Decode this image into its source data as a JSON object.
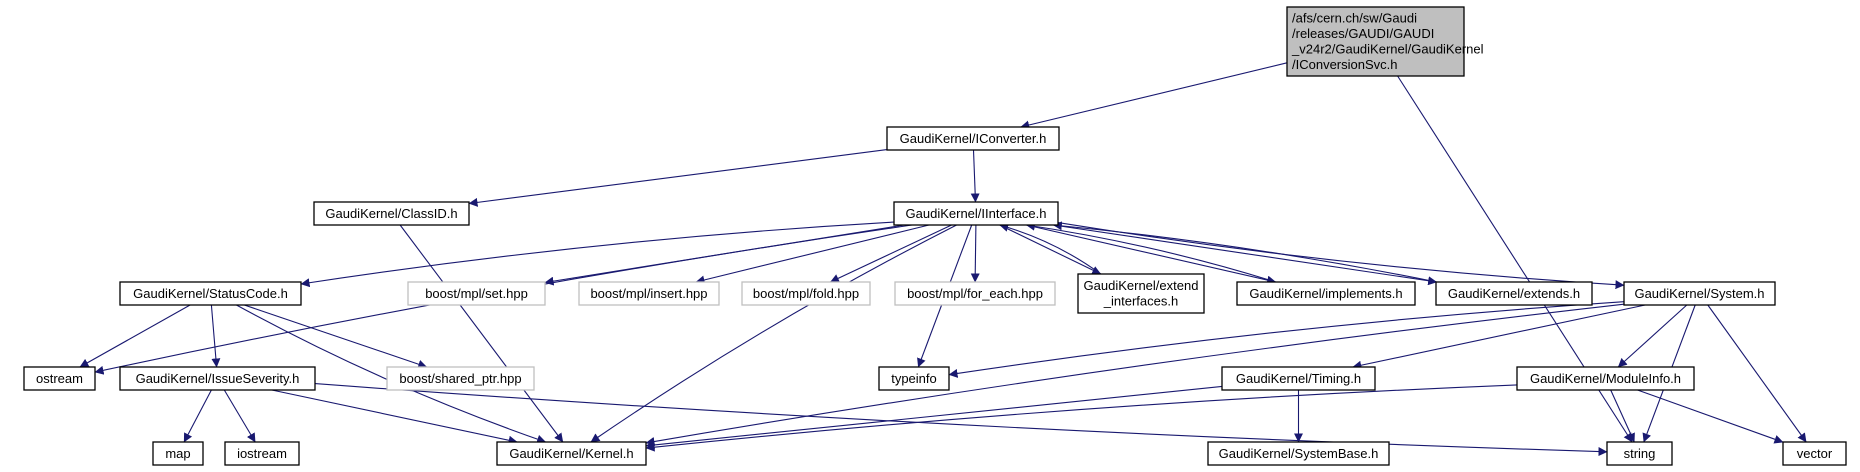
{
  "nodes": [
    {
      "id": "root",
      "lines": [
        "/afs/cern.ch/sw/Gaudi",
        "/releases/GAUDI/GAUDI",
        "_v24r2/GaudiKernel/GaudiKernel",
        "/IConversionSvc.h"
      ],
      "style": "root"
    },
    {
      "id": "iconverter",
      "lines": [
        "GaudiKernel/IConverter.h"
      ],
      "style": "normal"
    },
    {
      "id": "classid",
      "lines": [
        "GaudiKernel/ClassID.h"
      ],
      "style": "normal"
    },
    {
      "id": "iinterface",
      "lines": [
        "GaudiKernel/IInterface.h"
      ],
      "style": "normal"
    },
    {
      "id": "statuscode",
      "lines": [
        "GaudiKernel/StatusCode.h"
      ],
      "style": "normal"
    },
    {
      "id": "mplset",
      "lines": [
        "boost/mpl/set.hpp"
      ],
      "style": "ext"
    },
    {
      "id": "mplinsert",
      "lines": [
        "boost/mpl/insert.hpp"
      ],
      "style": "ext"
    },
    {
      "id": "mplfold",
      "lines": [
        "boost/mpl/fold.hpp"
      ],
      "style": "ext"
    },
    {
      "id": "mplforeach",
      "lines": [
        "boost/mpl/for_each.hpp"
      ],
      "style": "ext"
    },
    {
      "id": "extendif",
      "lines": [
        "GaudiKernel/extend",
        "_interfaces.h"
      ],
      "style": "normal"
    },
    {
      "id": "implements",
      "lines": [
        "GaudiKernel/implements.h"
      ],
      "style": "normal"
    },
    {
      "id": "extends",
      "lines": [
        "GaudiKernel/extends.h"
      ],
      "style": "normal"
    },
    {
      "id": "system",
      "lines": [
        "GaudiKernel/System.h"
      ],
      "style": "normal"
    },
    {
      "id": "ostream",
      "lines": [
        "ostream"
      ],
      "style": "normal"
    },
    {
      "id": "issueseverity",
      "lines": [
        "GaudiKernel/IssueSeverity.h"
      ],
      "style": "normal"
    },
    {
      "id": "sharedptr",
      "lines": [
        "boost/shared_ptr.hpp"
      ],
      "style": "ext"
    },
    {
      "id": "typeinfo",
      "lines": [
        "typeinfo"
      ],
      "style": "normal"
    },
    {
      "id": "timing",
      "lines": [
        "GaudiKernel/Timing.h"
      ],
      "style": "normal"
    },
    {
      "id": "moduleinfo",
      "lines": [
        "GaudiKernel/ModuleInfo.h"
      ],
      "style": "normal"
    },
    {
      "id": "map",
      "lines": [
        "map"
      ],
      "style": "normal"
    },
    {
      "id": "iostream",
      "lines": [
        "iostream"
      ],
      "style": "normal"
    },
    {
      "id": "kernel",
      "lines": [
        "GaudiKernel/Kernel.h"
      ],
      "style": "normal"
    },
    {
      "id": "systembase",
      "lines": [
        "GaudiKernel/SystemBase.h"
      ],
      "style": "normal"
    },
    {
      "id": "string",
      "lines": [
        "string"
      ],
      "style": "normal"
    },
    {
      "id": "vector",
      "lines": [
        "vector"
      ],
      "style": "normal"
    }
  ],
  "edges": [
    [
      "root",
      "iconverter"
    ],
    [
      "root",
      "string"
    ],
    [
      "iconverter",
      "classid"
    ],
    [
      "iconverter",
      "iinterface"
    ],
    [
      "classid",
      "kernel"
    ],
    [
      "iinterface",
      "ostream"
    ],
    [
      "iinterface",
      "statuscode"
    ],
    [
      "iinterface",
      "mplset"
    ],
    [
      "iinterface",
      "mplinsert"
    ],
    [
      "iinterface",
      "mplfold"
    ],
    [
      "iinterface",
      "mplforeach"
    ],
    [
      "iinterface",
      "extendif"
    ],
    [
      "iinterface",
      "implements"
    ],
    [
      "iinterface",
      "extends"
    ],
    [
      "iinterface",
      "system"
    ],
    [
      "iinterface",
      "typeinfo"
    ],
    [
      "iinterface",
      "kernel"
    ],
    [
      "extendif",
      "iinterface"
    ],
    [
      "implements",
      "iinterface"
    ],
    [
      "extends",
      "iinterface"
    ],
    [
      "statuscode",
      "ostream"
    ],
    [
      "statuscode",
      "issueseverity"
    ],
    [
      "statuscode",
      "sharedptr"
    ],
    [
      "statuscode",
      "kernel"
    ],
    [
      "issueseverity",
      "map"
    ],
    [
      "issueseverity",
      "iostream"
    ],
    [
      "issueseverity",
      "kernel"
    ],
    [
      "issueseverity",
      "string"
    ],
    [
      "system",
      "typeinfo"
    ],
    [
      "system",
      "kernel"
    ],
    [
      "system",
      "timing"
    ],
    [
      "system",
      "moduleinfo"
    ],
    [
      "system",
      "string"
    ],
    [
      "system",
      "vector"
    ],
    [
      "timing",
      "kernel"
    ],
    [
      "timing",
      "systembase"
    ],
    [
      "moduleinfo",
      "kernel"
    ],
    [
      "moduleinfo",
      "string"
    ],
    [
      "moduleinfo",
      "vector"
    ]
  ],
  "colors": {
    "edge": "#191970",
    "root_fill": "#bfbfbf",
    "node_border": "#000000",
    "ext_border": "#bfbfbf"
  }
}
